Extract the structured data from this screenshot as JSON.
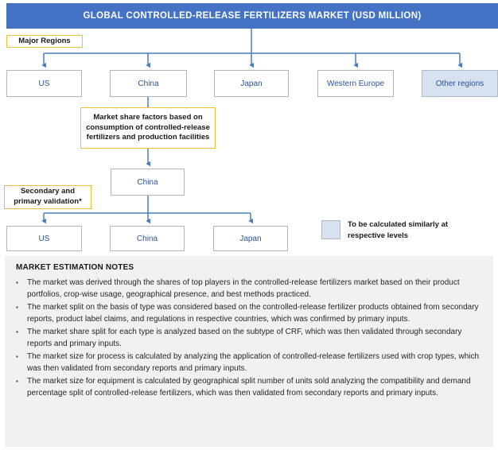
{
  "header": {
    "title": "GLOBAL  CONTROLLED-RELEASE  FERTILIZERS MARKET (USD MILLION)",
    "color": "#4473c5"
  },
  "labels": {
    "major_regions": "Major Regions",
    "secondary_validation": "Secondary and primary validation*",
    "market_share_note": "Market share factors based on consumption of controlled-release fertilizers and production facilities",
    "border_color": "#e8c33c"
  },
  "regions_row": [
    {
      "label": "US",
      "highlighted": false
    },
    {
      "label": "China",
      "highlighted": false
    },
    {
      "label": "Japan",
      "highlighted": false
    },
    {
      "label": "Western Europe",
      "highlighted": false
    },
    {
      "label": "Other regions",
      "highlighted": true
    }
  ],
  "middle_node": {
    "label": "China"
  },
  "validated_row": [
    {
      "label": "US"
    },
    {
      "label": "China"
    },
    {
      "label": "Japan"
    }
  ],
  "legend": {
    "swatch_color": "#d7e1f0",
    "text": "To be calculated similarly at respective levels"
  },
  "connector_color": "#4a7ebb",
  "notes": {
    "title": "MARKET ESTIMATION NOTES",
    "bullet_glyph": "▪",
    "items": [
      "The market was derived  through the shares of top players in the controlled-release fertilizers market based on their product portfolios, crop-wise usage, geographical  presence, and best methods practiced.",
      "The market split on the basis of type was considered based on the controlled-release fertilizer products obtained from secondary reports, product label claims, and regulations in respective countries, which was confirmed by primary inputs.",
      "The market share split for each type is analyzed based on the subtype of CRF, which was then validated through secondary reports and primary inputs.",
      "The market size for process is calculated by analyzing the application of controlled-release fertilizers used with crop types, which was then validated from secondary reports and primary inputs.",
      "The market size for equipment is calculated by geographical split number of units sold analyzing the compatibility and demand percentage split of controlled-release fertilizers, which was then validated  from secondary reports and primary inputs."
    ]
  }
}
